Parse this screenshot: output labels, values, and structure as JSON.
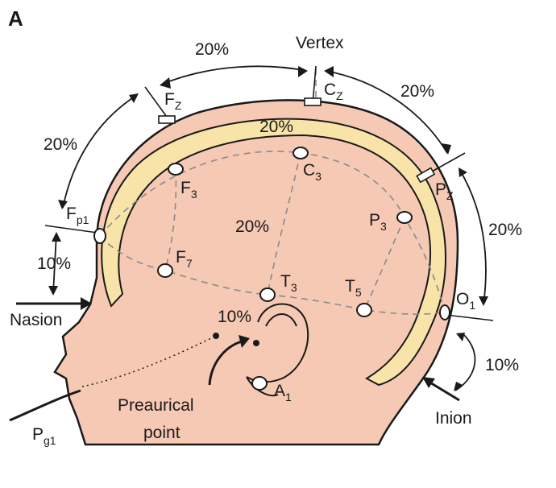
{
  "panel_label": "A",
  "landmarks": {
    "vertex": "Vertex",
    "nasion": "Nasion",
    "inion": "Inion",
    "preauricular_line1": "Preaurical",
    "preauricular_line2": "point"
  },
  "electrodes": {
    "fz": {
      "main": "F",
      "sub": "Z"
    },
    "cz": {
      "main": "C",
      "sub": "Z"
    },
    "pz": {
      "main": "P",
      "sub": "Z"
    },
    "fp1": {
      "main": "F",
      "sub": "p1"
    },
    "f3": {
      "main": "F",
      "sub": "3"
    },
    "c3": {
      "main": "C",
      "sub": "3"
    },
    "p3": {
      "main": "P",
      "sub": "3"
    },
    "f7": {
      "main": "F",
      "sub": "7"
    },
    "t3": {
      "main": "T",
      "sub": "3"
    },
    "t5": {
      "main": "T",
      "sub": "5"
    },
    "o1": {
      "main": "O",
      "sub": "1"
    },
    "a1": {
      "main": "A",
      "sub": "1"
    },
    "pg1": {
      "main": "P",
      "sub": "g1"
    }
  },
  "percentages": {
    "fz_cz": "20%",
    "cz_pz": "20%",
    "fp1_fz": "20%",
    "pz_o1": "20%",
    "inner_top": "20%",
    "f3_c3_region": "20%",
    "nasion_fp1": "10%",
    "inion_o1": "10%",
    "preauricular": "10%"
  },
  "colors": {
    "skin": "#f6c9b5",
    "skin_outline": "#1a1a1a",
    "brain_band": "#f8e3a9",
    "electrode_fill": "#ffffff",
    "guide_line": "#8a8a8a"
  }
}
